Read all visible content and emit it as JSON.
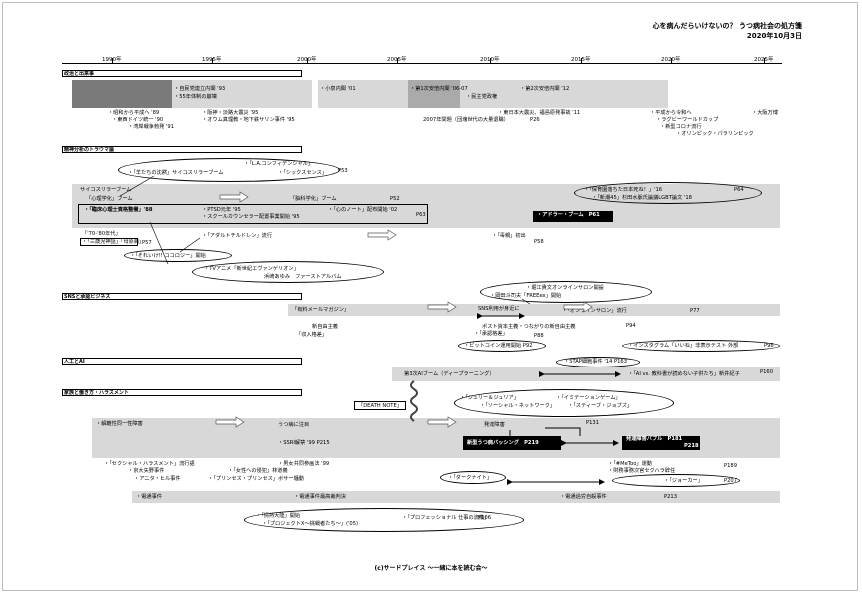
{
  "header": {
    "title": "心を病んだらいけないの？ うつ病社会の処方箋",
    "date": "2020年10月3日"
  },
  "years": [
    "1990年",
    "1995年",
    "2000年",
    "2005年",
    "2010年",
    "2015年",
    "2020年",
    "2025年"
  ],
  "sections": {
    "politics": "政治と出来事",
    "trauma": "精神分析のトラウマ論",
    "sns": "SNSと承認ビジネス",
    "ai": "人工とAI",
    "work": "家族と働き方・ハラスメント"
  },
  "politics": {
    "jimin": "・自民党連立内閣 '93",
    "regime55": "・55年体制の崩壊",
    "koizumi": "・小泉内閣 '01",
    "abe1": "・第1次安倍内閣 '06-07",
    "minshu": "・民主党政権",
    "abe2": "・第2次安倍内閣 '12",
    "showa": "・昭和から平成へ '89",
    "germany": "・東西ドイツ統一 '90",
    "gulf": "・湾岸戦争勃発 '91",
    "kobe": "・阪神・淡路大震災 '95",
    "aum": "・オウム真理教・地下鉄サリン事件 '95",
    "pension": "2007年問題（団塊世代の大量退職）",
    "pension_p": "P26",
    "quake": "・東日本大震災、福島原発事故 '11",
    "reiwa": "・平成から令和へ",
    "rugby": "・ラグビーワールドカップ",
    "corona": "・新型コロナ流行",
    "olympic": "・オリンピック・パラリンピック",
    "expo": "・大阪万博"
  },
  "trauma": {
    "la": "・「L.A.コンフィデンシャル」",
    "sixth": "・「シックスセンス」",
    "lambs": "・「羊たちの沈黙」サイコスリラーブーム",
    "p53": "P53",
    "psycho_boom": "サイコスリラーブーム",
    "psychology": "「心理学化」ブーム",
    "brain": "「脳科学化」ブーム",
    "p52": "P52",
    "ptsd_book": "・「臨床心理士資格整備」'88",
    "ptsd": "・PTSD元年 '95",
    "counselor": "・スクールカウンセラー配置事業開始 '95",
    "notes": "・「心のノート」配布開始 '02",
    "p63": "P63",
    "adler": "・アドラー・ブーム",
    "p61": "P61",
    "hoikuen": "・「保育園落ちた日本死ね！」'16",
    "p64": "P64",
    "lgbt": "・「新潮45」杉田水脈氏論議LGBT論文 '18",
    "seventy": "「'70-'80年代」",
    "ayumi": "・「三歳児神話」「母原病」",
    "p57": "P57",
    "adult": "・「アダルトチルドレン」流行",
    "dokuoya": "・「毒親」初出",
    "p58": "P58",
    "soreike": "・「それいけ!! ココロジー」開始",
    "eva": "・TVアニメ「新世紀エヴァンゲリオン」",
    "ayumi_album": "浜崎あゆみ　ファーストアルバム"
  },
  "sns": {
    "horie": "・堀江貴文オンラインサロン開設",
    "free": "・岡田斗司夫「FREEex」開始",
    "mailmag": "「有料メールマガジン」",
    "sns_use": "SNS利用が身近に",
    "salon": "・「オンラインサロン」流行",
    "p77": "P77",
    "neolib": "新自由主義",
    "income": "「収入格差」",
    "post": "ポスト資本主義・つながりの新自由主義",
    "approval": "・「承認格差」",
    "p88": "P88",
    "p94": "P94",
    "bitcoin": "・ビットコイン運用開始 P92",
    "insta": "・インスタグラム「いいね」非表示テスト 外部",
    "insta_p": "P98"
  },
  "ai": {
    "stap": "・STAP細胞事件 '14 P163",
    "dl": "第3次AIブーム（ディープラーニング）",
    "ai_kids": "・「AI vs. 教科書が読めない子供たち」新井紀子",
    "p160": "P160"
  },
  "work": {
    "deathnote": "「DEATH NOTE」",
    "julia": "・「ジュリー＆ジュリア」",
    "social": "・「ソーシャル・ネットワーク」",
    "imitation": "・「イミテーションゲーム」",
    "jobs": "・「スティーブ・ジョブズ」",
    "dokuritsu": "・解離性同一性障害",
    "utsubyo": "うつ病に注目",
    "hattatsu": "発達障害",
    "p131": "P131",
    "ssri": "・SSRI解禁 '99 P215",
    "newtype": "新型うつ病バッシング",
    "p219": "P219",
    "bubble": "発達障害バブル",
    "p181": "P181",
    "p218": "P218",
    "sexhara": "・「セクシャル・ハラスメント」流行語",
    "kyodai": "・京大矢野事件",
    "anita": "・アニタ・ヒル事件",
    "gender": "・男女共同参画法 '99",
    "onna": "・「女性への侵犯」林道義",
    "princess": "・「プリンセス・プリンセス」ボサー騒動",
    "metoo": "・「#MeToo」運動",
    "fujiwara": "・財務事務次官セクハラ辞任",
    "p189": "P189",
    "darknight": "・「ダークナイト」",
    "joker": "・「ジョーカー」",
    "p207": "P207",
    "dentsu1": "・電通事件",
    "dentsu2": "・電通事件最高裁判決",
    "dentsu3": "・電通過労自殺事件",
    "p213": "P213",
    "jonetsu": "・「情熱大陸」開始",
    "project": "・「プロジェクトX～挑戦者たち～」('05)",
    "prof": "・「プロフェッショナル 仕事の流儀」",
    "p106": "P106"
  },
  "footer": "(c)サードプレイス ～一緒に本を読む会～"
}
